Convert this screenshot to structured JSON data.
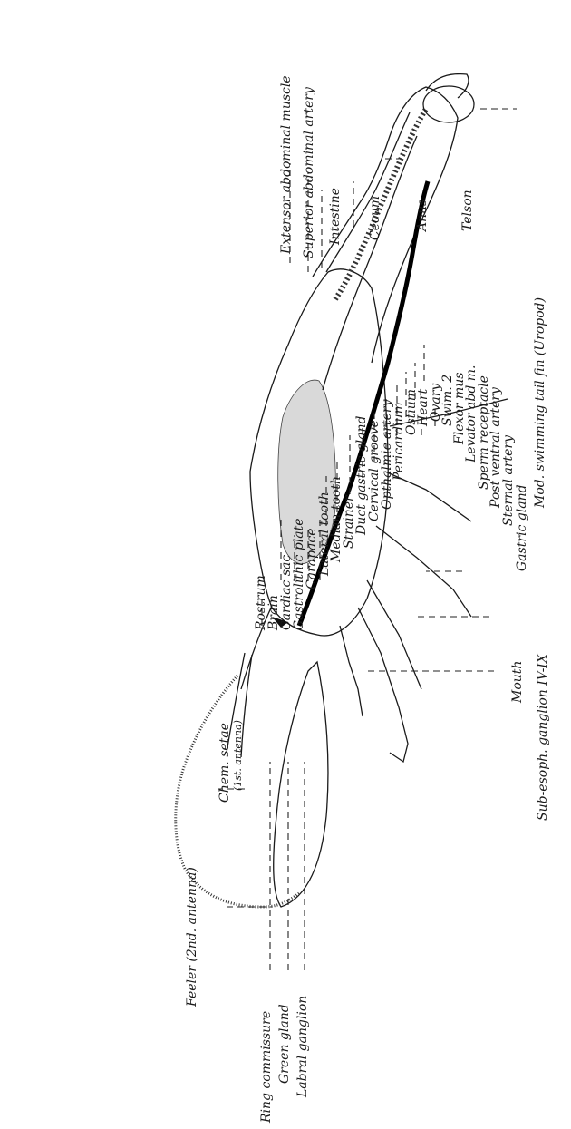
{
  "labels": {
    "rostrum": "Rostrum",
    "brain": "Brain",
    "cardiac_sac": "Cardiac sac",
    "gastrolithic_plate": "Gastrolithic plate",
    "carapace": "Carapace",
    "lateral_tooth": "Lateral tooth",
    "median_tooth": "Median tooth",
    "strainer": "Strainer",
    "duct_gastric_gland": "Duct gastric gland",
    "cervical_groove": "Cervical groove",
    "opthalmic_artery": "Opthalmic artery",
    "pericardium": "Pericardium",
    "ostium": "Ostium",
    "heart": "Heart",
    "ovary": "Ovary",
    "extensor_abdominal_muscle": "Extensor abdominal muscle",
    "superior_abdominal_artery": "Superior abdominal artery",
    "intestine": "Intestine",
    "cecum": "Cecum",
    "anus": "Anus",
    "telson": "Telson",
    "mod_swimming_tail_fin": "Mod. swimming tail fin (Uropod)",
    "swim_2": "Swim. 2",
    "flexor_mus": "Flexor mus",
    "levator_abd_m": "Levator abd m.",
    "sperm_receptacle": "Sperm receptacle",
    "post_ventral_artery": "Post ventral artery",
    "sternal_artery": "Sternal artery",
    "gastric_gland": "Gastric gland",
    "mouth": "Mouth",
    "sub_esoph_ganglion": "Sub-esoph. ganglion IV-IX",
    "chem_setae": "Chem. setae",
    "first_antenna": "(1st. antenna)",
    "feeler": "Feeler (2nd. antenna)",
    "ring_commissure": "Ring commissure",
    "green_gland": "Green gland",
    "labral_ganglion": "Labral ganglion"
  }
}
